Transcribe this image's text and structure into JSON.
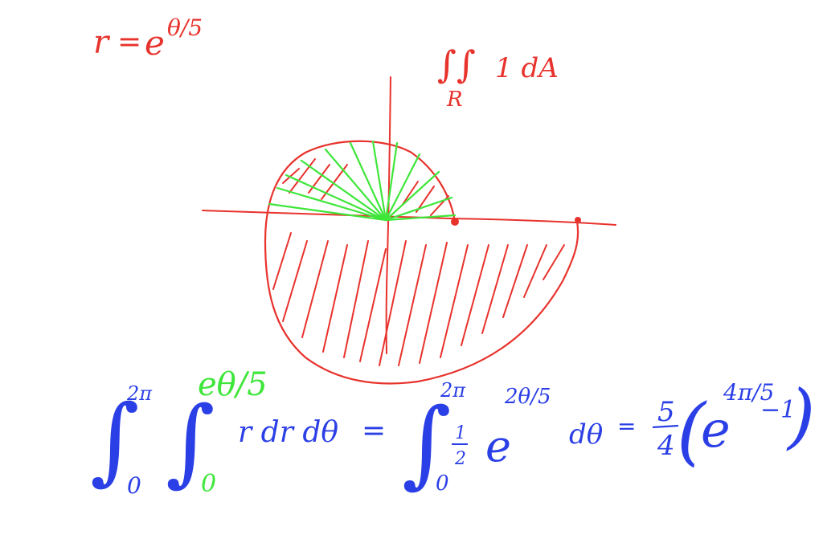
{
  "colors": {
    "red": "#e8322c",
    "green": "#3ee63a",
    "blue": "#2b3fe6",
    "background": "#ffffff"
  },
  "equation_top_left": {
    "lhs": "r",
    "eq": "=",
    "base": "e",
    "exponent": "θ/5"
  },
  "area_integral": {
    "symbol": "∫∫",
    "integrand": "1 dA",
    "region": "R"
  },
  "integral_equation": {
    "outer_lower": "0",
    "outer_upper": "2π",
    "inner_lower": "0",
    "inner_upper": "eθ/5",
    "integrand": "r dr dθ",
    "equals1": "=",
    "second_lower": "0",
    "second_upper": "2π",
    "half_num": "1",
    "half_den": "2",
    "second_base": "e",
    "second_exponent": "2θ/5",
    "dtheta": "dθ",
    "equals2": "=",
    "frac_num": "5",
    "frac_den": "4",
    "paren_open": "(",
    "final_base": "e",
    "final_exponent": "4π/5",
    "minus_one": "−1",
    "paren_close": ")"
  }
}
